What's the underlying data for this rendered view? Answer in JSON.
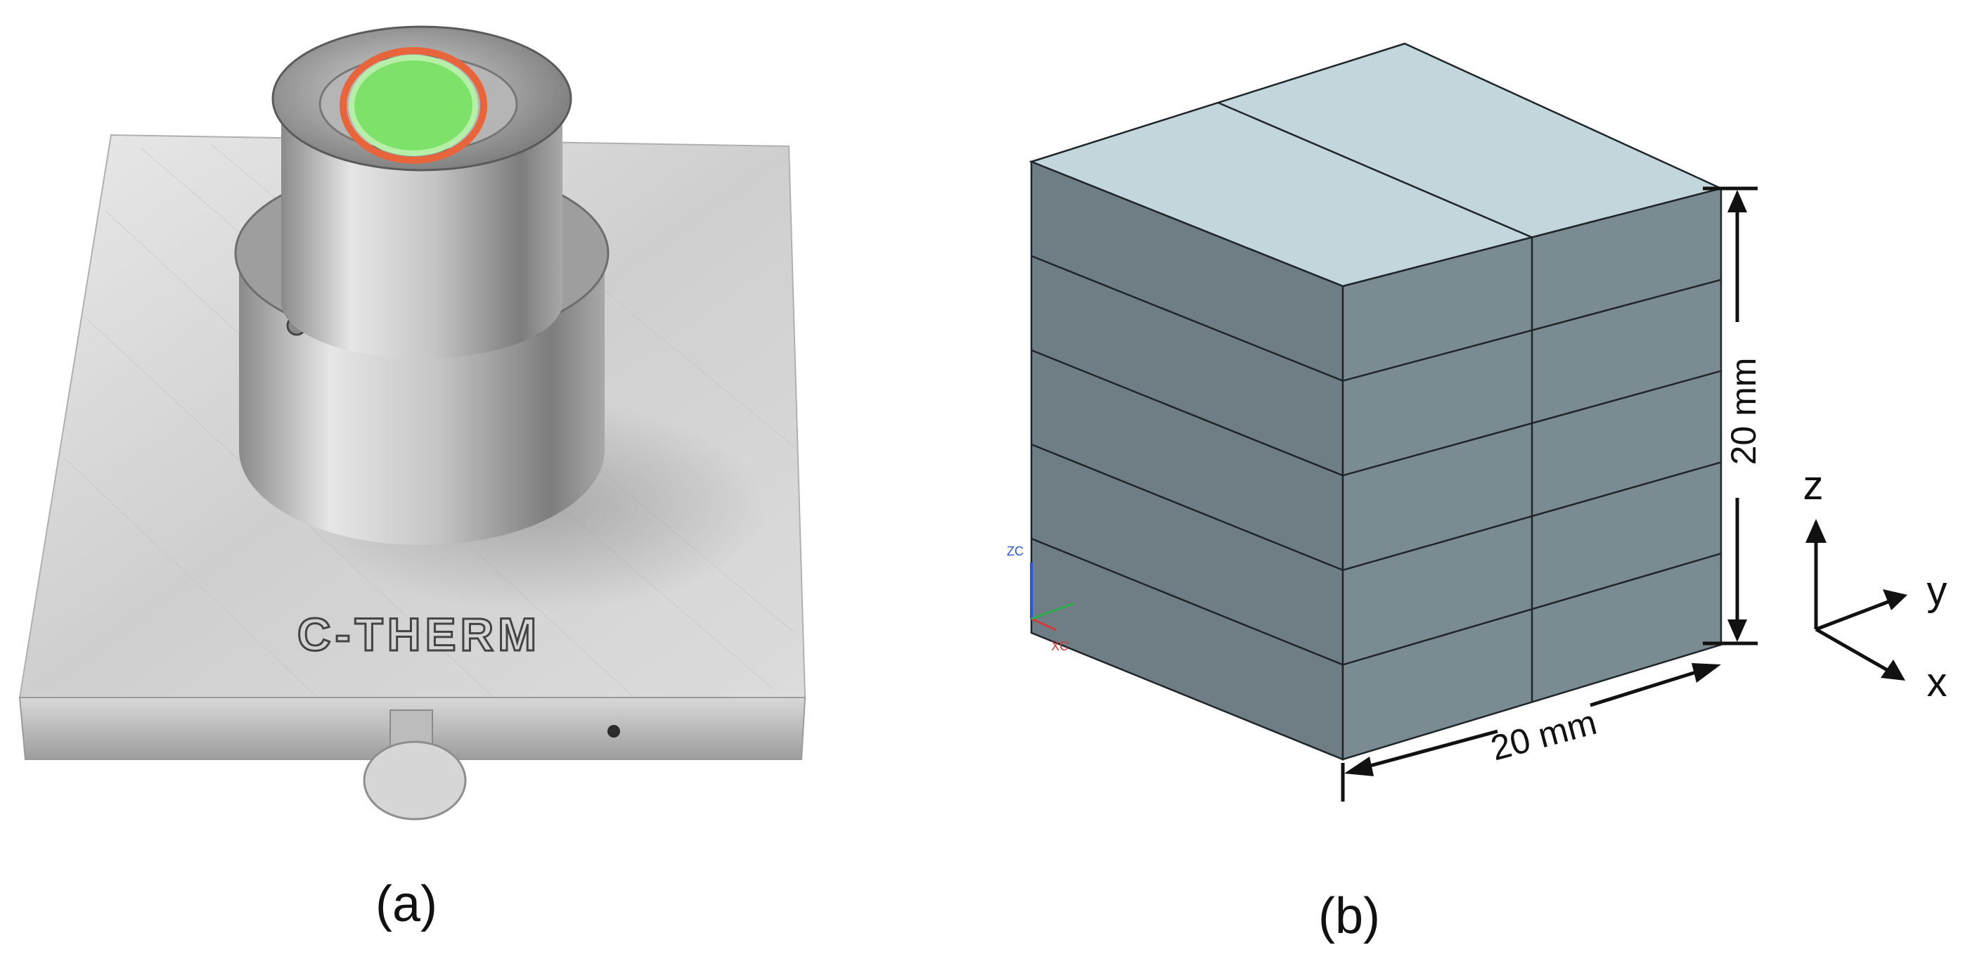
{
  "panels": {
    "a": {
      "label": "(a)",
      "brand_text": "C-THERM",
      "colors": {
        "steel_light": "#e2e2e2",
        "steel_mid": "#bdbdbd",
        "steel_dark": "#7c7c7c",
        "sensor_green": "#7ee26a",
        "sensor_ring": "#e8643a"
      }
    },
    "b": {
      "label": "(b)",
      "dimension_vertical": "20 mm",
      "dimension_bottom": "20 mm",
      "triad_label": "ZC",
      "triad_label_x": "XC",
      "axes": {
        "z": "z",
        "y": "y",
        "x": "x"
      },
      "grid": {
        "layers": 5,
        "columns": 2
      },
      "colors": {
        "top_face": "#c2d6dc",
        "left_face": "#6f7d84",
        "right_face": "#7b8b92",
        "edge": "#1f262a"
      }
    }
  }
}
